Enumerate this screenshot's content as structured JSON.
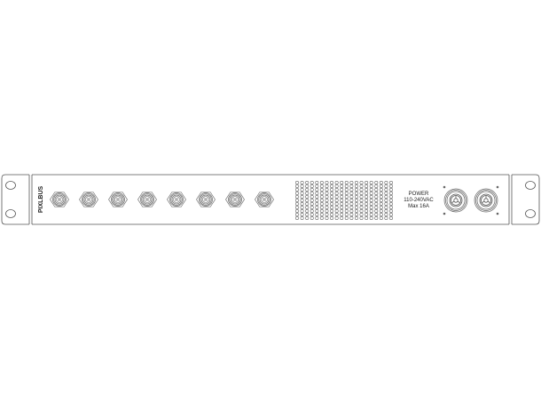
{
  "device": {
    "model_label": "PIXLBUS",
    "outputs": {
      "count": 8,
      "connector_type": "hex-locking-data-connector",
      "positions_x": [
        67,
        100,
        133,
        166,
        199,
        232,
        265,
        298
      ]
    },
    "vent": {
      "rows": 11,
      "columns": 20
    },
    "power": {
      "title": "POWER",
      "voltage": "110-240VAC",
      "current": "Max 16A",
      "connectors": [
        {
          "name": "power-in",
          "icon": "powercon-icon"
        },
        {
          "name": "power-out",
          "icon": "powercon-icon"
        }
      ]
    }
  },
  "colors": {
    "line": "#555555",
    "line_light": "#888888",
    "background": "#ffffff"
  }
}
